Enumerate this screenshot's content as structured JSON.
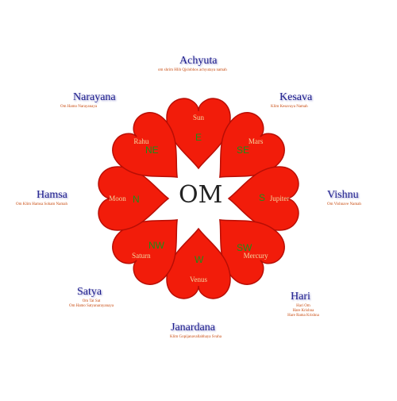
{
  "center": {
    "label": "OM"
  },
  "colors": {
    "heart": "#f21c0a",
    "heart_edge": "#b80e05",
    "deity": "#1c1c8c",
    "mantra": "#c84b10",
    "direction": "#1a8f1a"
  },
  "petals": [
    {
      "planet": "Sun",
      "deity": "Achyuta",
      "mantra": [
        "om shrim Hlih Qjslobhos achyutaya namah"
      ],
      "direction": "E"
    },
    {
      "planet": "Mars",
      "deity": "Kesava",
      "mantra": [
        "Klim Kesavaya Namah"
      ],
      "direction": "SE"
    },
    {
      "planet": "Jupiter",
      "deity": "Vishnu",
      "mantra": [
        "Om Vishnave Namah"
      ],
      "direction": "S"
    },
    {
      "planet": "Mercury",
      "deity": "Hari",
      "mantra": [
        "Hari Om",
        "Hare Krishna",
        "Hare Rama Krishna"
      ],
      "direction": "SW"
    },
    {
      "planet": "Venus",
      "deity": "Janardana",
      "mantra": [
        "Klim Gopijanavallabhaya Svaha"
      ],
      "direction": "W"
    },
    {
      "planet": "Saturn",
      "deity": "Satya",
      "mantra": [
        "Om Tat Sat",
        "Om Hamo Satyanarayanaya"
      ],
      "direction": "NW"
    },
    {
      "planet": "Moon",
      "deity": "Hamsa",
      "mantra": [
        "Om Klim Hamsa Soham Namah"
      ],
      "direction": "N"
    },
    {
      "planet": "Rahu",
      "deity": "Narayana",
      "mantra": [
        "Om Hamo Narayanaya"
      ],
      "direction": "NE"
    }
  ]
}
